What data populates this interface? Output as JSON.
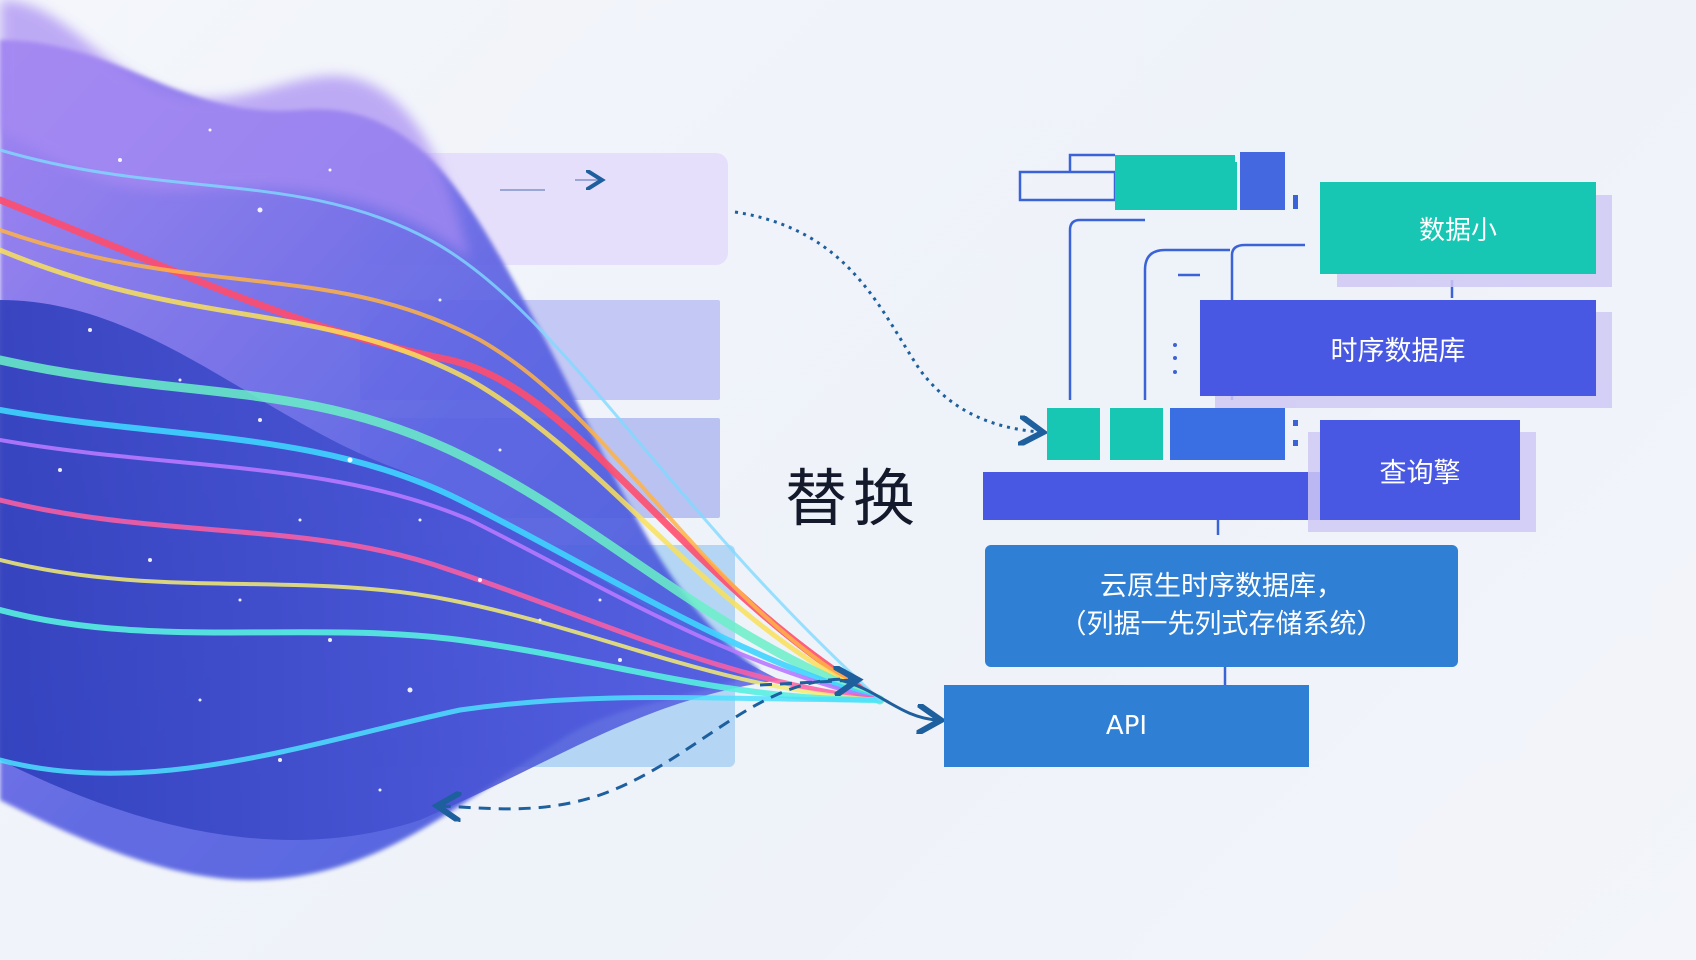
{
  "title": "替换",
  "boxes": {
    "data_center": "数据小",
    "tsdb": "时序数据库",
    "query_engine": "查询擎",
    "cloud_line1": "云原生时序数据库，",
    "cloud_line2": "（列据一先列式存储系统）",
    "api": "API"
  },
  "colors": {
    "teal": "#17c6b3",
    "indigo": "#4858e3",
    "royal": "#3a6fe3",
    "blue": "#2f7fd4",
    "lavender_shadow": "#cfc8f4",
    "arrow": "#1e5f9e"
  },
  "icons": [
    "dotted-arrow",
    "dashed-arrow",
    "wave-graphic"
  ]
}
